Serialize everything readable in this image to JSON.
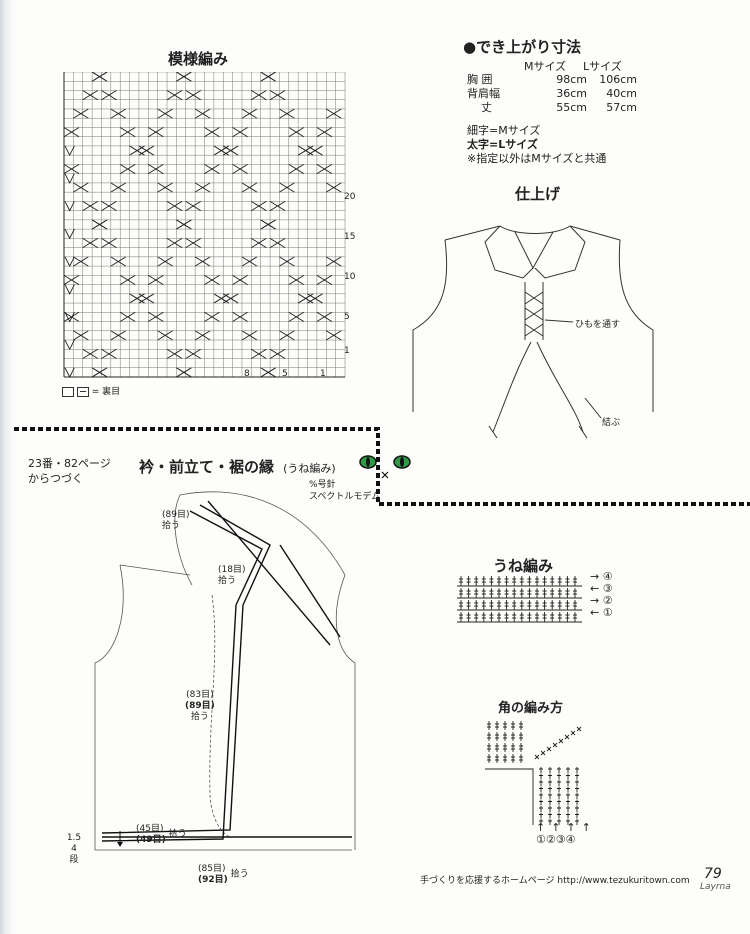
{
  "pattern": {
    "title": "模様編み",
    "row_numbers": [
      "20",
      "15",
      "10",
      "5",
      "1"
    ],
    "stitch_numbers": [
      "8",
      "5",
      "1"
    ],
    "legend": "= 裏目"
  },
  "finished": {
    "title": "●でき上がり寸法",
    "headers": [
      "Mサイズ",
      "Lサイズ"
    ],
    "rows": [
      {
        "label": "胸 囲",
        "m": "98cm",
        "l": "106cm"
      },
      {
        "label": "背肩幅",
        "m": "36cm",
        "l": "40cm"
      },
      {
        "label": "丈",
        "m": "55cm",
        "l": "57cm"
      }
    ],
    "notes": [
      "細字=Mサイズ",
      "太字=Lサイズ",
      "※指定以外はMサイズと共通"
    ]
  },
  "finish": {
    "title": "仕上げ",
    "label_cord": "ひもを通す",
    "label_tie": "結ぶ"
  },
  "continue_note": [
    "23番・82ページ",
    "からつづく"
  ],
  "edging": {
    "title": "衿・前立て・裾の縁",
    "subtitle": "(うね編み)",
    "hook": "%号針",
    "yarn": "スペクトルモデム"
  },
  "vest_labels": {
    "collar_m": "(89目)",
    "collar_action": "拾う",
    "lapel_m": "(18目)",
    "lapel_action": "拾う",
    "front_m": "(83目)",
    "front_l": "(89目)",
    "front_action": "拾う",
    "hem_m": "(45目)",
    "hem_l": "(49目)",
    "hem_action": "拾う",
    "bottom_m": "(85目)",
    "bottom_l": "(92目)",
    "bottom_action": "拾う",
    "side_top": "1.5",
    "side_mid": "4",
    "side_bot": "段"
  },
  "une": {
    "title": "うね編み",
    "rows": [
      "④",
      "③",
      "②",
      "①"
    ]
  },
  "corner": {
    "title": "角の編み方",
    "nums": [
      "①",
      "②",
      "③",
      "④"
    ]
  },
  "footer": {
    "text": "手づくりを応援するホームページ http://www.tezukuritown.com",
    "page": "79",
    "brand": "Layrna"
  }
}
